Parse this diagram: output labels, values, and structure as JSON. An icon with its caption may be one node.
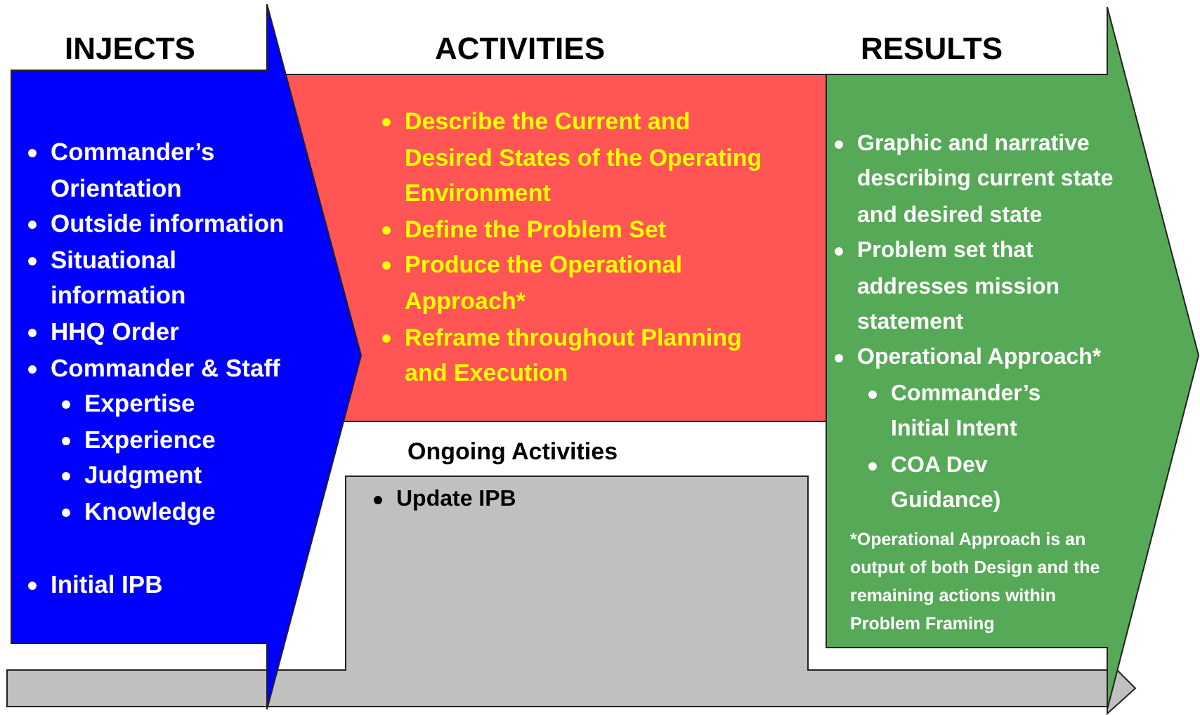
{
  "diagram": {
    "nodes": [
      {
        "text": [
          "INJECTS",
          "Commander’s Orientation",
          "Outside information",
          "Situational information",
          "HHQ Order",
          "Commander & Staff",
          "Expertise",
          "Experience",
          "Judgment",
          "Knowledge",
          "Initial IPB"
        ]
      },
      {
        "text": [
          "ACTIVITIES",
          "Describe the Current and Desired States of the Operating Environment",
          "Define the Problem Set",
          "Produce the Operational Approach*",
          "Reframe throughout Planning and Execution"
        ]
      },
      {
        "text": [
          "RESULTS",
          "Graphic and narrative describing current state and desired state",
          "Problem set that addresses mission statement",
          "Operational Approach*",
          "Commander’s Initial Intent",
          "COA Dev Guidance)",
          "*Operational Approach is an output of both Design and the remaining actions within Problem Framing"
        ]
      },
      {
        "text": [
          "Ongoing Activities",
          "Update IPB"
        ]
      }
    ]
  }
}
